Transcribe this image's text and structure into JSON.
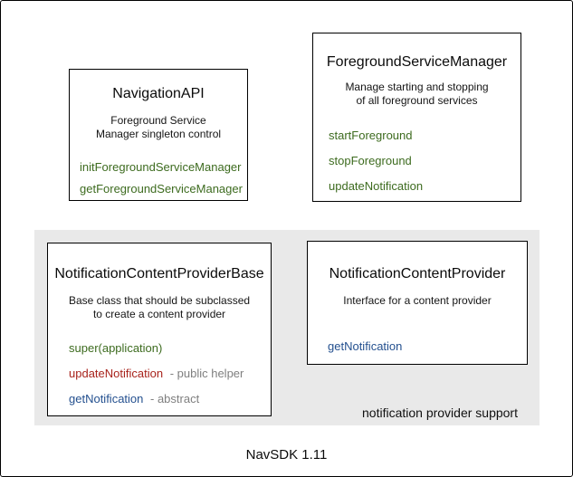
{
  "canvas": {
    "footer_label": "NavSDK 1.11"
  },
  "group": {
    "label": "notification provider support"
  },
  "colors": {
    "green_method": "#3d6b1f",
    "red_method": "#a8231c",
    "blue_method": "#24508f",
    "gray_note": "#7f7f7f",
    "band_background": "#e9e9e9",
    "box_border": "#000000",
    "text": "#111111"
  },
  "boxes": {
    "navigation_api": {
      "title": "NavigationAPI",
      "description_lines": [
        "Foreground Service",
        "Manager singleton control"
      ],
      "methods": [
        {
          "label": "initForegroundServiceManager"
        },
        {
          "label": "getForegroundServiceManager"
        }
      ]
    },
    "foreground_service_manager": {
      "title": "ForegroundServiceManager",
      "description_lines": [
        "Manage starting and stopping",
        "of all foreground services"
      ],
      "methods": [
        {
          "label": "startForeground"
        },
        {
          "label": "stopForeground"
        },
        {
          "label": "updateNotification"
        }
      ]
    },
    "notification_content_provider_base": {
      "title": "NotificationContentProviderBase",
      "description_lines": [
        "Base class that should be subclassed",
        "to create a content provider"
      ],
      "methods": [
        {
          "label": "super(application)"
        },
        {
          "label": "updateNotification",
          "note": "- public helper"
        },
        {
          "label": "getNotification",
          "note": "- abstract"
        }
      ]
    },
    "notification_content_provider": {
      "title": "NotificationContentProvider",
      "description_lines": [
        "Interface for a content provider"
      ],
      "methods": [
        {
          "label": "getNotification"
        }
      ]
    }
  }
}
